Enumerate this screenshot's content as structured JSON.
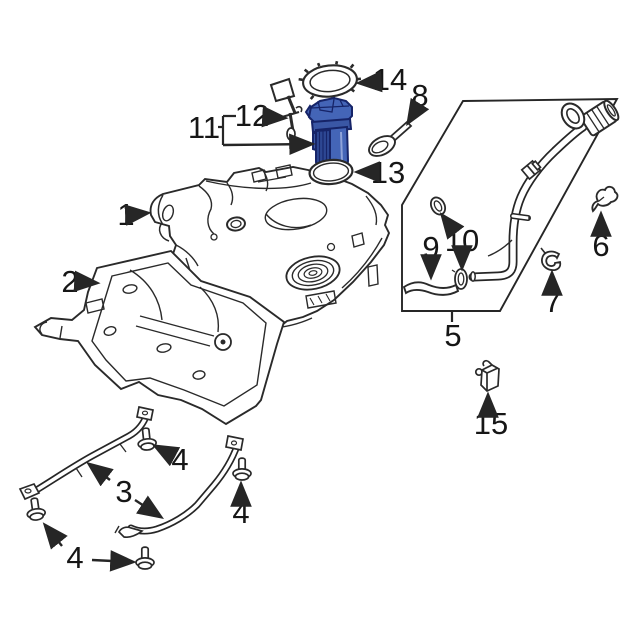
{
  "diagram": {
    "background_color": "#ffffff",
    "line_color": "#262626",
    "highlight_fill": "#4465b7",
    "highlight_stroke": "#162468",
    "callouts": {
      "c1": {
        "label": "1"
      },
      "c2": {
        "label": "2"
      },
      "c3": {
        "label": "3"
      },
      "c4a": {
        "label": "4"
      },
      "c4b": {
        "label": "4"
      },
      "c4c": {
        "label": "4"
      },
      "c5": {
        "label": "5"
      },
      "c6": {
        "label": "6"
      },
      "c7": {
        "label": "7"
      },
      "c8": {
        "label": "8"
      },
      "c9": {
        "label": "9"
      },
      "c10": {
        "label": "10"
      },
      "c11": {
        "label": "11"
      },
      "c12": {
        "label": "12"
      },
      "c13": {
        "label": "13"
      },
      "c14": {
        "label": "14"
      },
      "c15": {
        "label": "15"
      }
    }
  }
}
